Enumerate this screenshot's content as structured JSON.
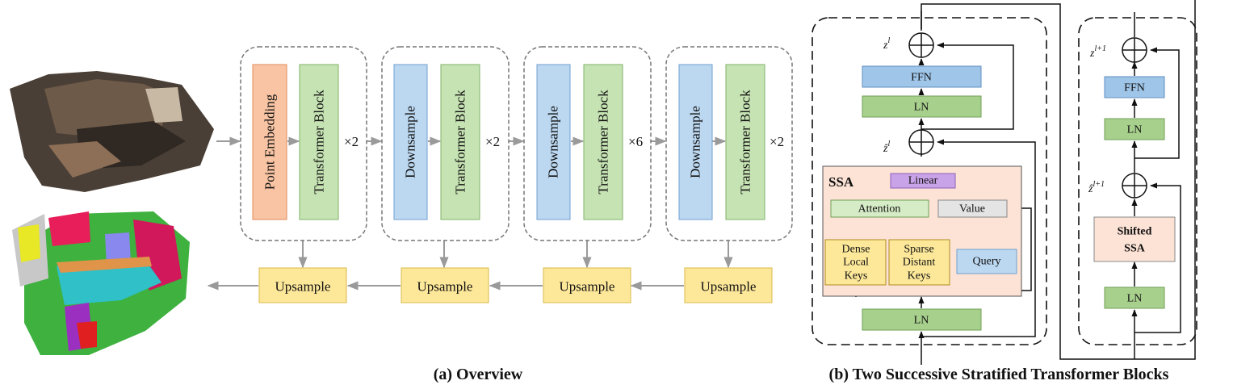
{
  "overview": {
    "stage1": {
      "embed": "Point Embedding",
      "block": "Transformer Block",
      "repeat": "×2"
    },
    "stage2": {
      "down": "Downsample",
      "block": "Transformer Block",
      "repeat": "×2"
    },
    "stage3": {
      "down": "Downsample",
      "block": "Transformer Block",
      "repeat": "×6"
    },
    "stage4": {
      "down": "Downsample",
      "block": "Transformer Block",
      "repeat": "×2"
    },
    "upsample": [
      "Upsample",
      "Upsample",
      "Upsample",
      "Upsample"
    ],
    "caption": "(a) Overview"
  },
  "blocks": {
    "block1": {
      "ffn": "FFN",
      "ln_top": "LN",
      "ln_bottom": "LN",
      "ssa_title": "SSA",
      "linear": "Linear",
      "attention": "Attention",
      "value": "Value",
      "dense_keys": [
        "Dense",
        "Local",
        "Keys"
      ],
      "sparse_keys": [
        "Sparse",
        "Distant",
        "Keys"
      ],
      "query": "Query",
      "z_sym": "z",
      "z_sup": "l",
      "zhat_sym": "ẑ",
      "zhat_sup": "l"
    },
    "block2": {
      "ffn": "FFN",
      "ln_top": "LN",
      "ln_bottom": "LN",
      "shifted": [
        "Shifted",
        "SSA"
      ],
      "z_sym": "z",
      "z_sup": "l+1",
      "zhat_sym": "ẑ",
      "zhat_sup": "l+1"
    },
    "caption": "(b) Two Successive Stratified Transformer Blocks"
  },
  "colors": {
    "embed": "#f9c4a3",
    "block": "#c6e3b3",
    "down": "#bcd8f1",
    "upsample": "#fde89a",
    "ffn": "#9fc5e8",
    "ln": "#a8d08d",
    "ssa_bg": "#fde3d6",
    "linear": "#c9a3e8",
    "attention": "#d6ecc6",
    "value": "#e4e4e4",
    "keys": "#fde89a",
    "query": "#bcd8f1",
    "shifted": "#fde3d6"
  }
}
